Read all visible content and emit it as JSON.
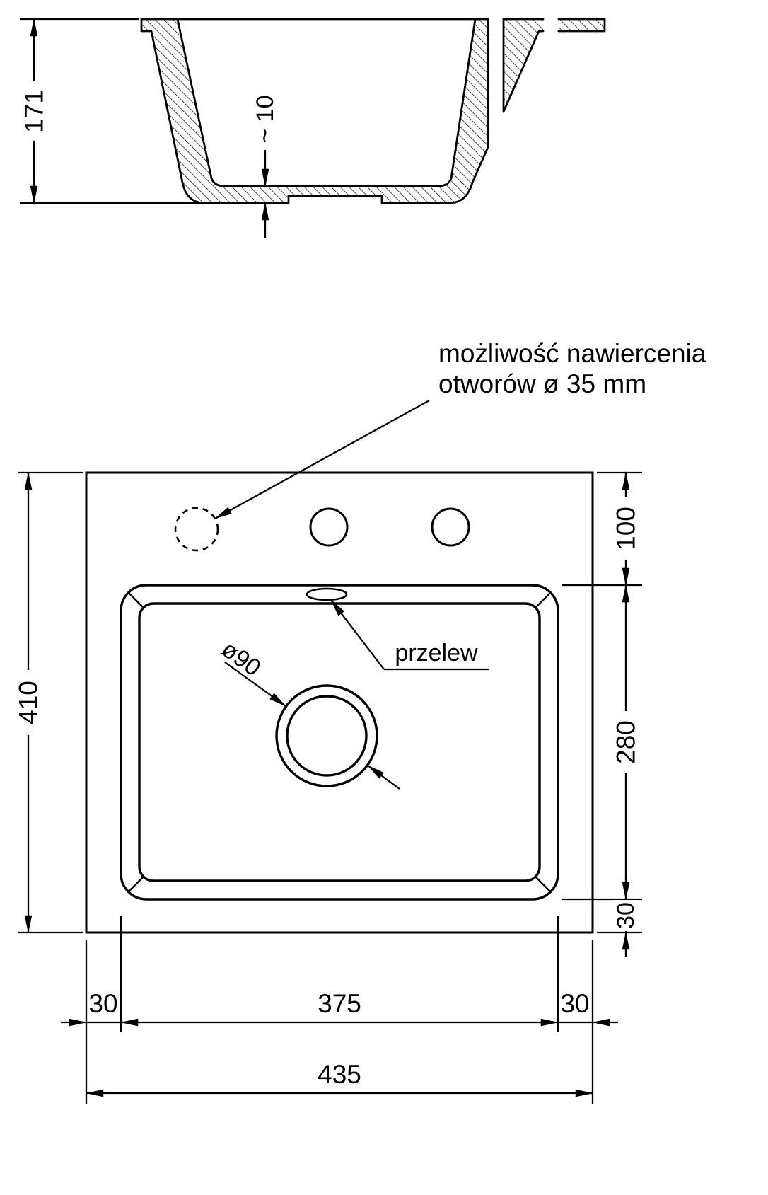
{
  "diagram": {
    "annotation_drill": {
      "line1": "możliwość nawiercenia",
      "line2": "otworów ø 35 mm"
    },
    "label_overflow": "przelew",
    "label_drain": "ø90",
    "dims": {
      "height_section": "171",
      "bottom_thickness": "~ 10",
      "depth_total": "410",
      "offset_top": "100",
      "basin_depth": "280",
      "margin_bottom": "30",
      "margin_left": "30",
      "basin_width": "375",
      "margin_right": "30",
      "width_total": "435"
    },
    "colors": {
      "line": "#000000",
      "background": "#ffffff"
    }
  }
}
